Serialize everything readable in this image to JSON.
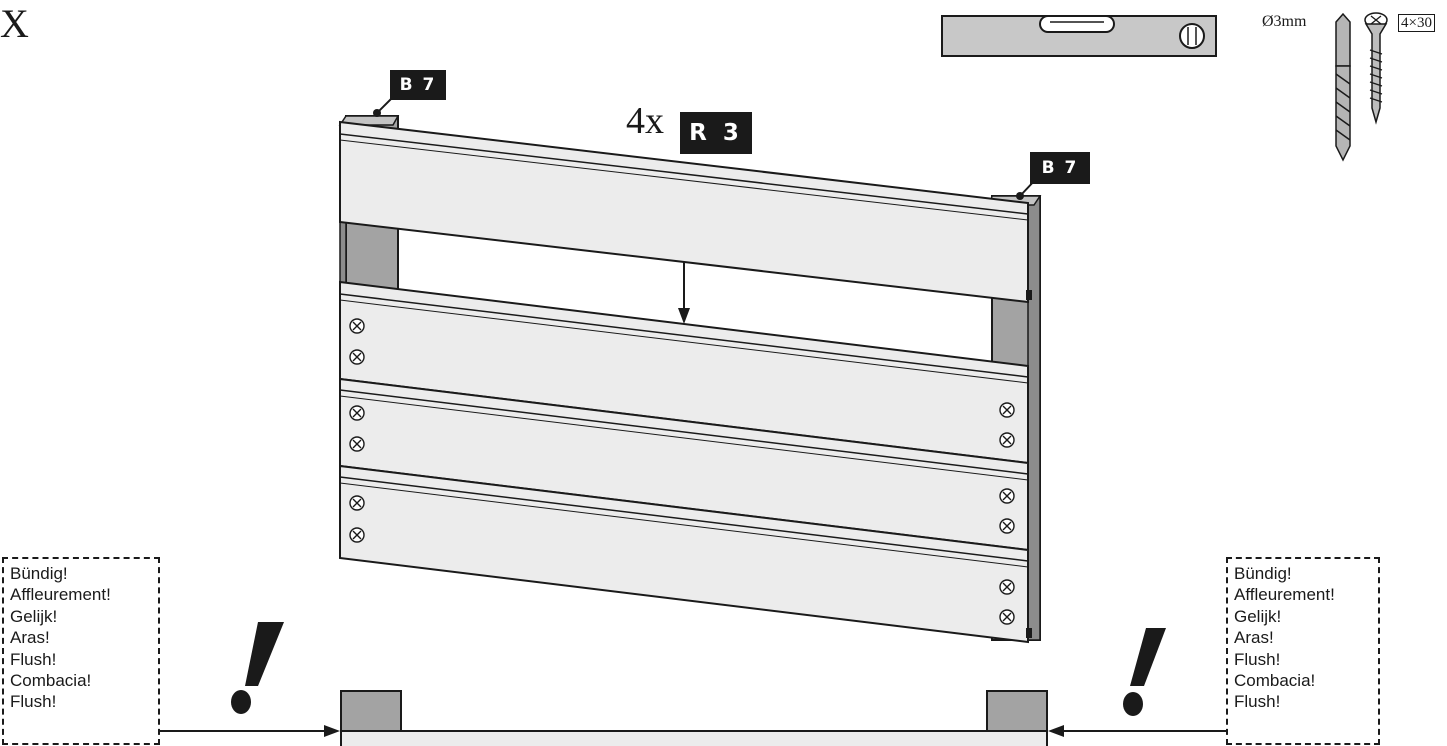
{
  "step": {
    "letter": "X"
  },
  "parts": {
    "post_tag_left": "B 7",
    "post_tag_right": "B 7",
    "board_quantity": "4x",
    "board_tag": "R 3"
  },
  "tools": {
    "drill_size": "Ø3mm",
    "screw_size": "4×30",
    "level_icon": "spirit-level-icon",
    "drill_icon": "drill-bit-icon",
    "screw_icon": "screw-icon"
  },
  "notes": {
    "left": [
      "Bündig!",
      "Affleurement!",
      "Gelijk!",
      "Aras!",
      "Flush!",
      "Combacia!",
      "Flush!"
    ],
    "right": [
      "Bündig!",
      "Affleurement!",
      "Gelijk!",
      "Aras!",
      "Flush!",
      "Combacia!",
      "Flush!"
    ]
  },
  "colors": {
    "ink": "#1a1a1a",
    "board": "#ececec",
    "post": "#a3a3a3",
    "tag": "#1a1a1a"
  }
}
